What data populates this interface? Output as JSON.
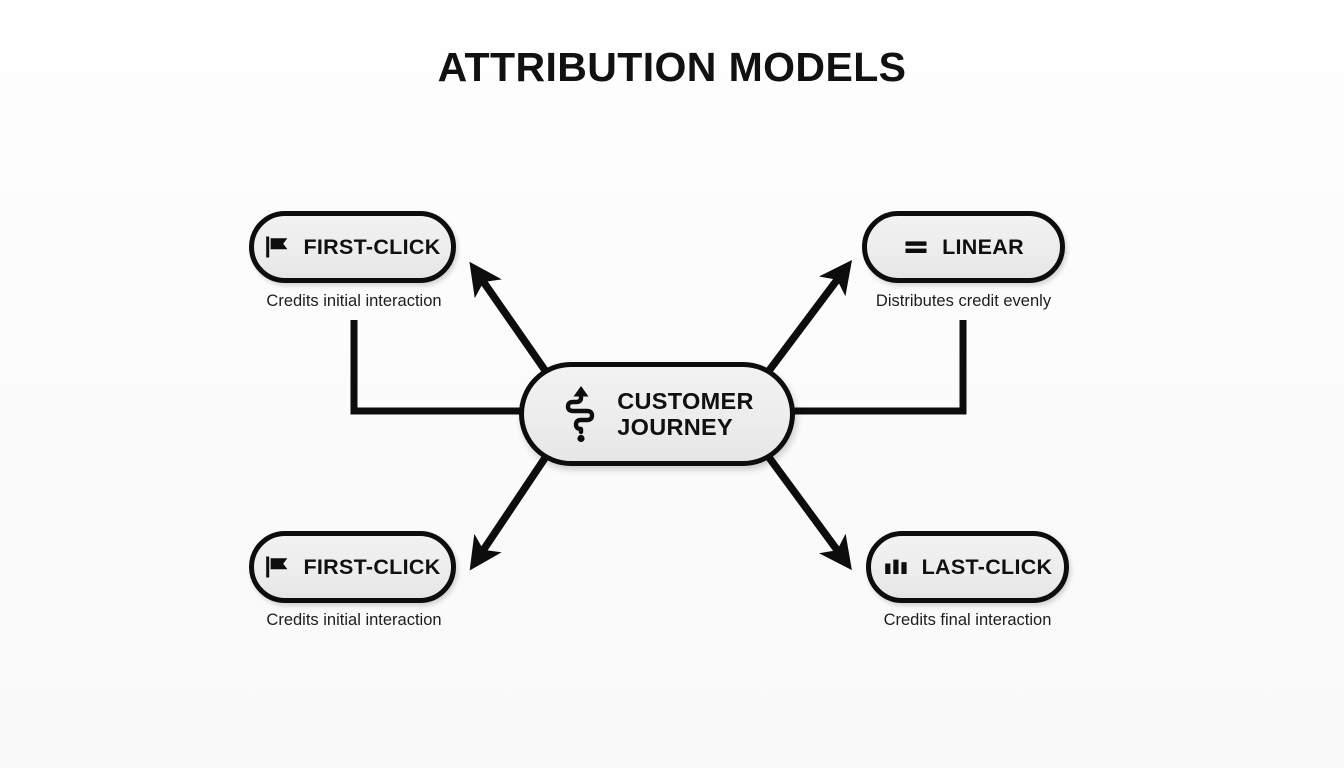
{
  "page": {
    "title": "ATTRIBUTION MODELS",
    "background_color": "#fdfdfd",
    "line_color": "#0d0d0d",
    "node_fill": "#ececec"
  },
  "center": {
    "label": "CUSTOMER\nJOURNEY",
    "icon": "winding-journey-path-icon"
  },
  "models": [
    {
      "id": "first-click-top",
      "label": "FIRST-CLICK",
      "caption": "Credits initial interaction",
      "icon": "flag-icon",
      "position": "top-left"
    },
    {
      "id": "linear",
      "label": "LINEAR",
      "caption": "Distributes credit evenly",
      "icon": "equals-bars-icon",
      "position": "top-right"
    },
    {
      "id": "first-click-bottom",
      "label": "FIRST-CLICK",
      "caption": "Credits initial interaction",
      "icon": "flag-icon",
      "position": "bottom-left"
    },
    {
      "id": "last-click",
      "label": "LAST-CLICK",
      "caption": "Credits final interaction",
      "icon": "bar-chart-icon",
      "position": "bottom-right"
    }
  ],
  "connectors": [
    {
      "id": "arrow-to-first-click-top",
      "from": "center",
      "to": "first-click-top",
      "style": "diagonal-arrow"
    },
    {
      "id": "arrow-to-linear",
      "from": "center",
      "to": "linear",
      "style": "diagonal-arrow"
    },
    {
      "id": "arrow-to-first-click-bottom",
      "from": "center",
      "to": "first-click-bottom",
      "style": "diagonal-arrow"
    },
    {
      "id": "arrow-to-last-click",
      "from": "center",
      "to": "last-click",
      "style": "diagonal-arrow"
    },
    {
      "id": "elbow-left",
      "from": "center",
      "to": "first-click-top",
      "style": "elbow-line"
    },
    {
      "id": "elbow-right",
      "from": "center",
      "to": "linear",
      "style": "elbow-line"
    }
  ]
}
